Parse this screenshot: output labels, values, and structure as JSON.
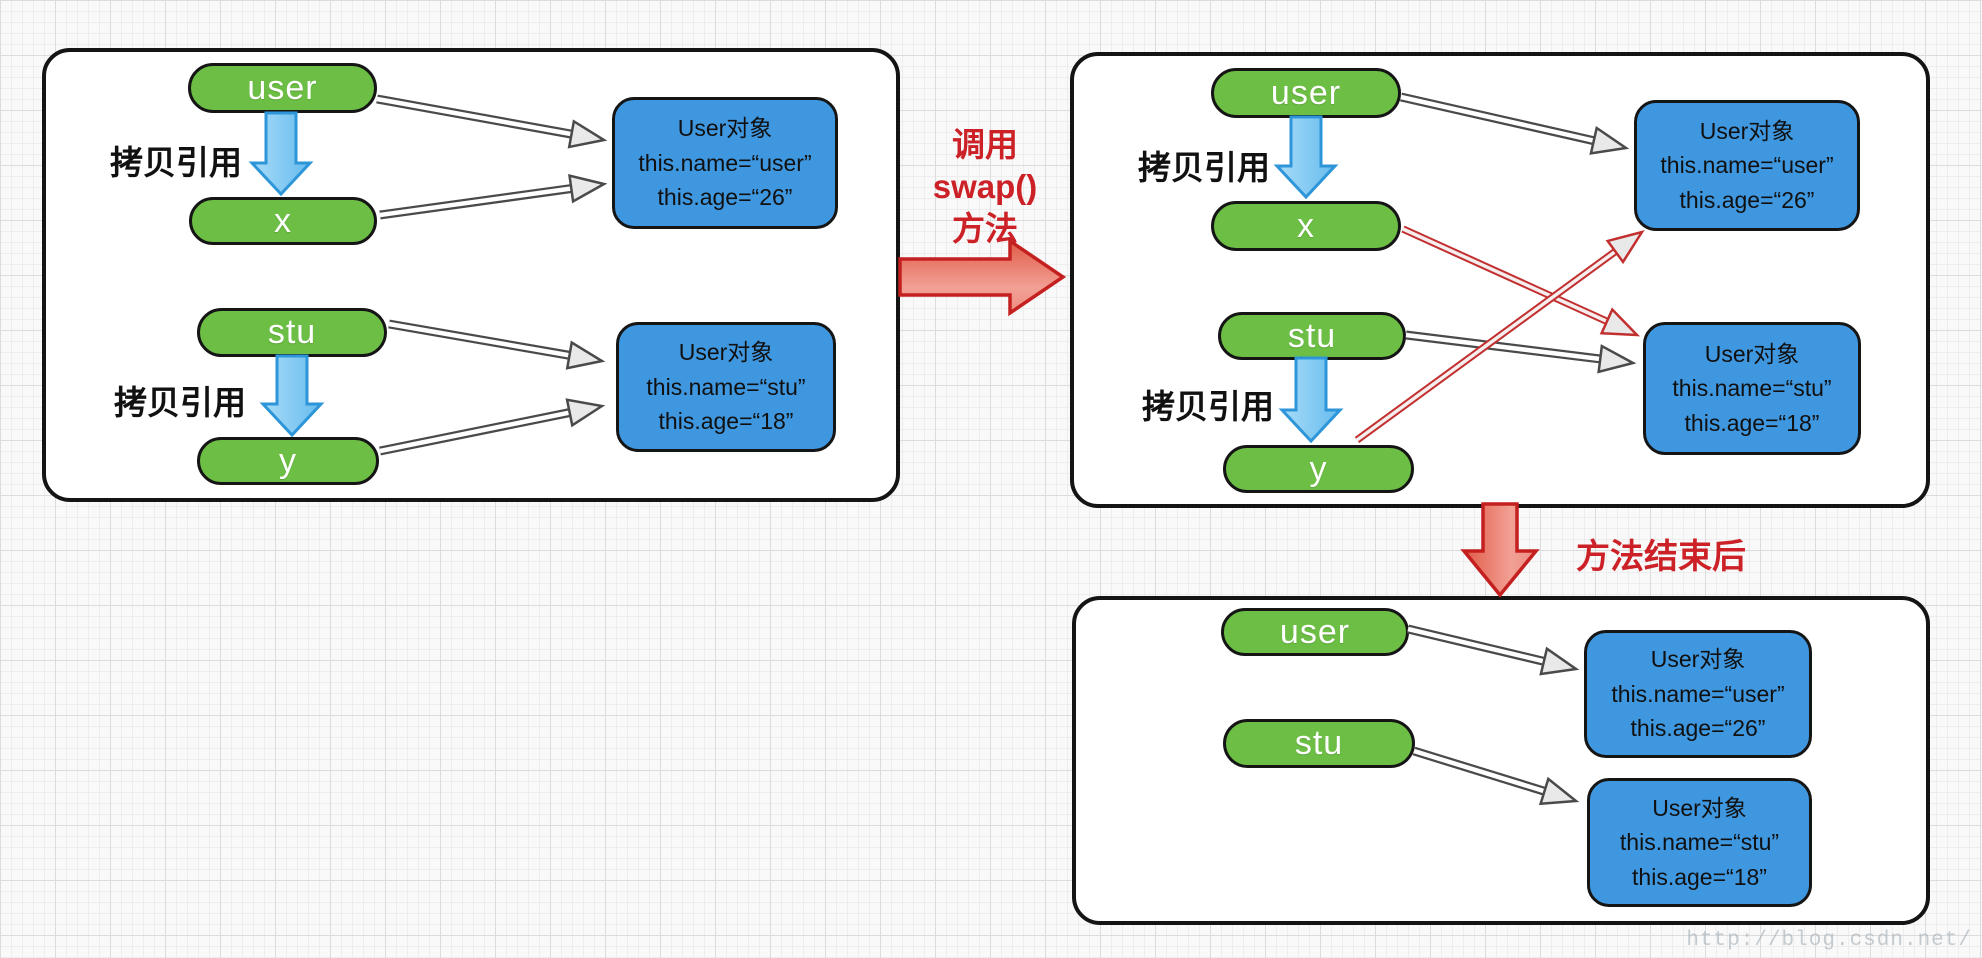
{
  "panels": {
    "before": {
      "copy_label": "拷贝引用",
      "nodes": {
        "user": "user",
        "x": "x",
        "stu": "stu",
        "y": "y"
      },
      "objects": {
        "user": {
          "lines": [
            "User对象",
            "this.name=“user”",
            "this.age=“26”"
          ]
        },
        "stu": {
          "lines": [
            "User对象",
            "this.name=“stu”",
            "this.age=“18”"
          ]
        }
      }
    },
    "during": {
      "copy_label": "拷贝引用",
      "nodes": {
        "user": "user",
        "x": "x",
        "stu": "stu",
        "y": "y"
      },
      "objects": {
        "user": {
          "lines": [
            "User对象",
            "this.name=“user”",
            "this.age=“26”"
          ]
        },
        "stu": {
          "lines": [
            "User对象",
            "this.name=“stu”",
            "this.age=“18”"
          ]
        }
      }
    },
    "after": {
      "nodes": {
        "user": "user",
        "stu": "stu"
      },
      "objects": {
        "user": {
          "lines": [
            "User对象",
            "this.name=“user”",
            "this.age=“26”"
          ]
        },
        "stu": {
          "lines": [
            "User对象",
            "this.name=“stu”",
            "this.age=“18”"
          ]
        }
      }
    }
  },
  "transitions": {
    "swap_call": {
      "lines": [
        "调用",
        "swap()",
        "方法"
      ]
    },
    "after_end": {
      "label": "方法结束后"
    }
  },
  "watermark": "http://blog.csdn.net/",
  "colors": {
    "green_node": "#6cbf44",
    "blue_object": "#3f97e0",
    "copy_arrow_fill_light": "#a8dcf8",
    "copy_arrow_fill_dark": "#66bbee",
    "copy_arrow_stroke": "#2e96d8",
    "reference_arrow": "#4a4a4a",
    "reference_arrow_inner": "#ffffff",
    "swapped_reference_arrow": "#c22f2f",
    "swapped_reference_arrow_inner": "#f6eeee",
    "arrow_head_fill": "#e9e9e9",
    "big_arrow_fill_dark": "#e05b46",
    "big_arrow_fill_light": "#f2a095",
    "big_arrow_stroke": "#c42020",
    "red_text": "#cb2127",
    "shape_border": "#141414"
  }
}
